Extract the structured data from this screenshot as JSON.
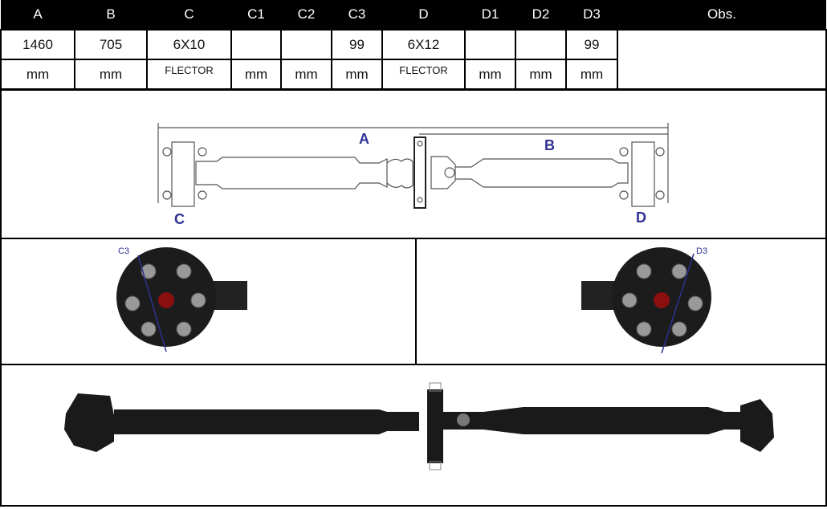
{
  "table": {
    "headers": [
      "A",
      "B",
      "C",
      "C1",
      "C2",
      "C3",
      "D",
      "D1",
      "D2",
      "D3",
      "Obs."
    ],
    "values": [
      "1460",
      "705",
      "6X10",
      "",
      "",
      "99",
      "6X12",
      "",
      "",
      "99",
      ""
    ],
    "units": [
      "mm",
      "mm",
      "FLECTOR",
      "mm",
      "mm",
      "mm",
      "FLECTOR",
      "mm",
      "mm",
      "mm"
    ]
  },
  "diagram": {
    "labels": {
      "a": "A",
      "b": "B",
      "c": "C",
      "d": "D"
    }
  },
  "flanges": {
    "left_label": "C3",
    "right_label": "D3"
  },
  "colors": {
    "label_blue": "#2e3192",
    "header_bg": "#000000"
  }
}
